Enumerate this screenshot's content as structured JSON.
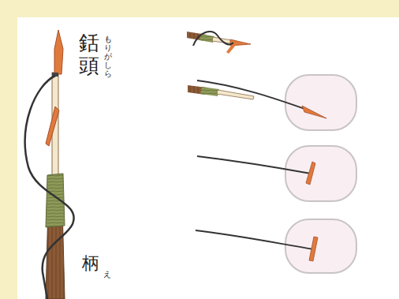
{
  "diagram": {
    "labels": [
      "銛頭",
      "もりがしら",
      "柄",
      "え"
    ]
  }
}
